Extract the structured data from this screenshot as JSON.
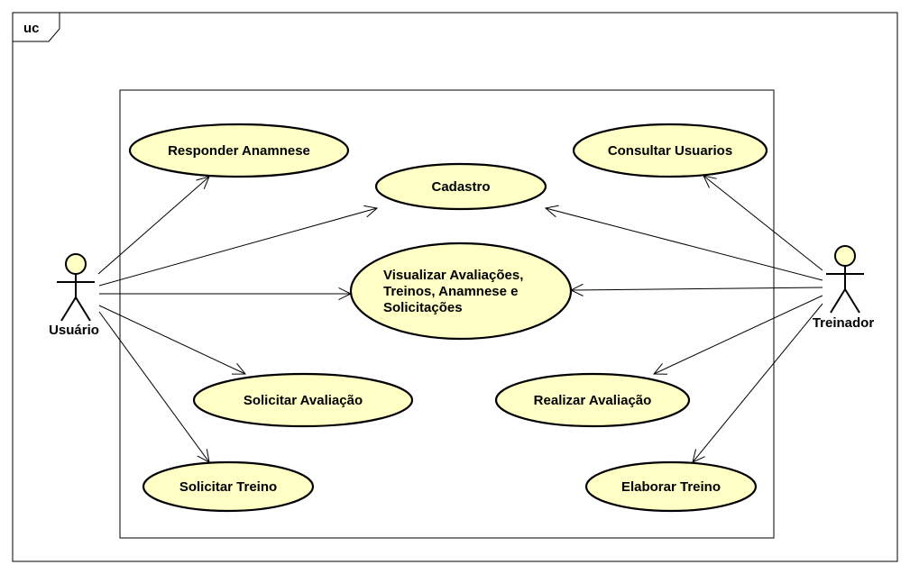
{
  "frame": {
    "label": "uc"
  },
  "actors": [
    {
      "id": "usuario",
      "name": "Usuário"
    },
    {
      "id": "treinador",
      "name": "Treinador"
    }
  ],
  "use_cases": [
    {
      "id": "responder-anamnese",
      "lines": [
        "Responder Anamnese"
      ]
    },
    {
      "id": "cadastro",
      "lines": [
        "Cadastro"
      ]
    },
    {
      "id": "consultar-usuarios",
      "lines": [
        "Consultar Usuarios"
      ]
    },
    {
      "id": "visualizar",
      "lines": [
        "Visualizar Avaliações,",
        "Treinos, Anamnese e",
        "Solicitações"
      ]
    },
    {
      "id": "solicitar-avaliacao",
      "lines": [
        "Solicitar Avaliação"
      ]
    },
    {
      "id": "realizar-avaliacao",
      "lines": [
        "Realizar Avaliação"
      ]
    },
    {
      "id": "solicitar-treino",
      "lines": [
        "Solicitar Treino"
      ]
    },
    {
      "id": "elaborar-treino",
      "lines": [
        "Elaborar Treino"
      ]
    }
  ],
  "associations": [
    {
      "from": "usuario",
      "to": "responder-anamnese"
    },
    {
      "from": "usuario",
      "to": "cadastro"
    },
    {
      "from": "usuario",
      "to": "visualizar"
    },
    {
      "from": "usuario",
      "to": "solicitar-avaliacao"
    },
    {
      "from": "usuario",
      "to": "solicitar-treino"
    },
    {
      "from": "treinador",
      "to": "cadastro"
    },
    {
      "from": "treinador",
      "to": "consultar-usuarios"
    },
    {
      "from": "treinador",
      "to": "visualizar"
    },
    {
      "from": "treinador",
      "to": "realizar-avaliacao"
    },
    {
      "from": "treinador",
      "to": "elaborar-treino"
    }
  ],
  "colors": {
    "use_case_fill": "#ffffc6",
    "stroke": "#000000"
  }
}
